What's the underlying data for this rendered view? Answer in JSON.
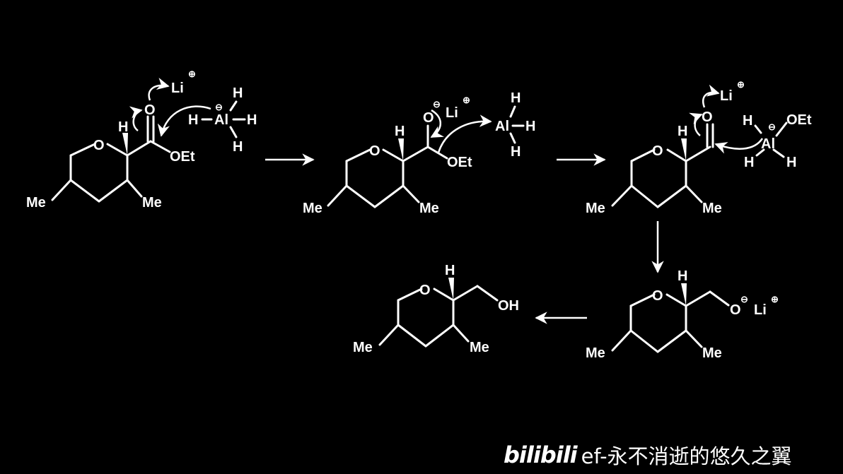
{
  "colors": {
    "background": "#000000",
    "ink": "#ffffff"
  },
  "labels": {
    "O": "O",
    "Li": "Li",
    "Al": "Al",
    "H": "H",
    "OEt": "OEt",
    "Me": "Me",
    "OH": "OH",
    "plus": "⊕",
    "minus": "⊖"
  },
  "watermark": {
    "logo": "bilibili",
    "text": "ef-永不消逝的悠久之翼"
  }
}
